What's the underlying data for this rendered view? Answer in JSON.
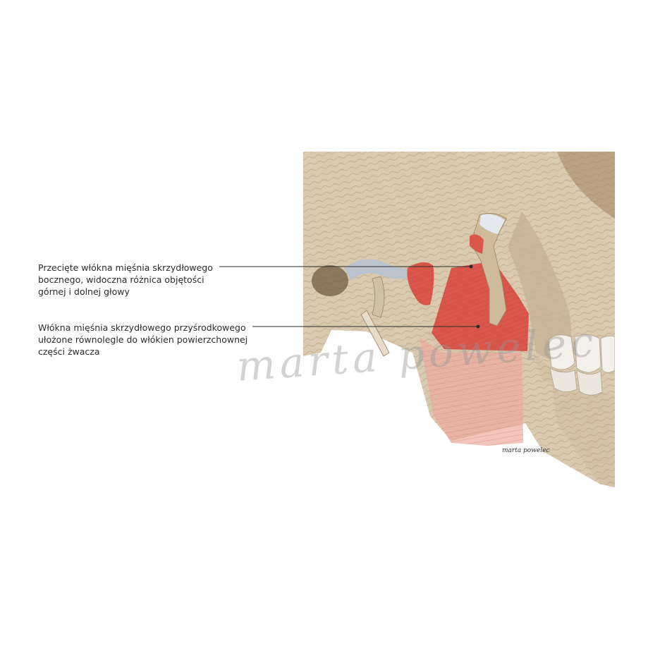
{
  "labels": [
    {
      "id": "lateral-pterygoid",
      "text": "Przecięte włókna mięśnia skrzydłowego\nbocznego, widoczna różnica objętości\ngórnej i dolnej głowy"
    },
    {
      "id": "medial-pterygoid",
      "text": "Włókna mięśnia skrzydłowego przyśrodkowego\nułożone równolegle do włókien powierzchownej\nczęści żwacza"
    }
  ],
  "watermark": "marta powelec",
  "signature": "marta powelec",
  "colors": {
    "bone": "#d9c9ae",
    "bone_shadow": "#9e8462",
    "muscle": "#d9574a",
    "muscle_light": "#ecab9f",
    "cartilage": "#b9c4cf",
    "leader_line": "#2b2b2b",
    "text": "#2b2b2b"
  }
}
